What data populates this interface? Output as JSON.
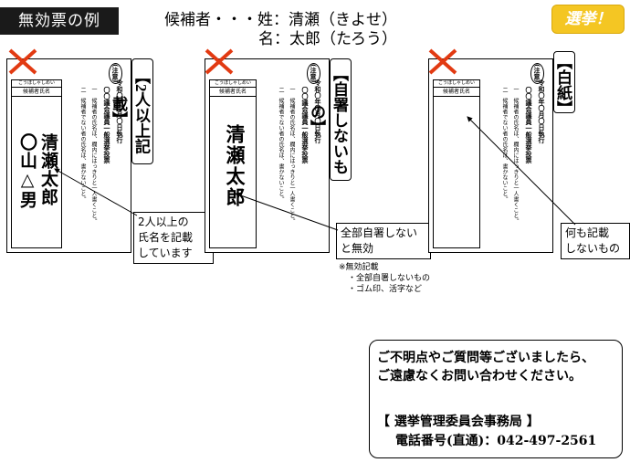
{
  "header": {
    "title": "無効票の例",
    "candidate_line1": "候補者・・・姓：清瀬（きよせ）",
    "candidate_line2": "名：太郎（たろう）",
    "badge": "選挙！"
  },
  "ballot_common": {
    "chui": "(注意)",
    "kana": "こうほしゃしめい",
    "field_label": "候補者氏名",
    "heading": "令和〇年〇月〇日執行",
    "title1": "〇〇議会議員一般選挙投票",
    "note1": "一　候補者の氏名は、欄内にはっきりと一人書くこと。",
    "note2": "二　候補者でない者の氏名は、書かないこと。"
  },
  "examples": [
    {
      "category": "【2人以上記載】",
      "name_col1": "清瀬太郎",
      "name_col2": "〇山△男",
      "callout": [
        "2人以上の",
        "氏名を記載",
        "しています"
      ]
    },
    {
      "category": "【自署しないもの】",
      "name_col1": "清瀬太郎",
      "callout": [
        "全部自署しない",
        "と無効"
      ]
    },
    {
      "category": "【白紙】",
      "callout": [
        "何も記載",
        "しないもの"
      ]
    }
  ],
  "invalid_notes": {
    "title": "※無効記載",
    "items": [
      "・全部自署しないもの",
      "・ゴム印、活字など"
    ]
  },
  "contact": {
    "line1": "ご不明点やご質問等ございましたら、",
    "line2": "ご遠慮なくお問い合わせください。",
    "office": "【 選挙管理委員会事務局 】",
    "phone": "電話番号(直通)：042-497-2561"
  },
  "colors": {
    "cross": "#e23a12",
    "badge": "#f4c623",
    "title_bg": "#1a1a1a"
  }
}
